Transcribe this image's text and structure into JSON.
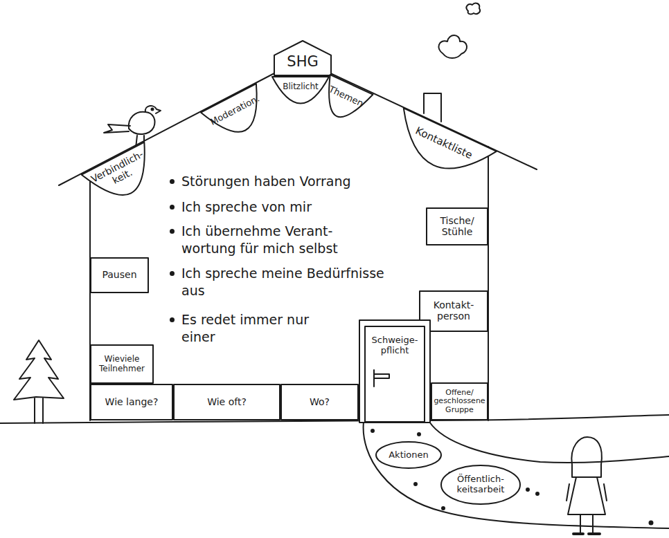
{
  "diagram": {
    "nodes": [
      {
        "text": [
          "SHG"
        ]
      },
      {
        "text": [
          "Verbindlich- keit."
        ]
      },
      {
        "text": [
          "Moderation."
        ]
      },
      {
        "text": [
          "Blitzlicht"
        ]
      },
      {
        "text": [
          "Themen"
        ]
      },
      {
        "text": [
          "Kontaktliste"
        ]
      },
      {
        "text": [
          "Tische/ Stühle"
        ]
      },
      {
        "text": [
          "Pausen"
        ]
      },
      {
        "text": [
          "Kontakt- person"
        ]
      },
      {
        "text": [
          "Wieviele Teilnehmer"
        ]
      },
      {
        "text": [
          "Schweige- pflicht"
        ]
      },
      {
        "text": [
          "Wie lange?"
        ]
      },
      {
        "text": [
          "Wie oft?"
        ]
      },
      {
        "text": [
          "Wo?"
        ]
      },
      {
        "text": [
          "Offene/ geschlossene Gruppe"
        ]
      },
      {
        "text": [
          "Aktionen"
        ]
      },
      {
        "text": [
          "Öffentlich- keitsarbeit"
        ]
      }
    ],
    "labels": [
      "Störungen haben Vorrang",
      "Ich spreche von mir",
      "Ich übernehme Verant- wortung für mich selbst",
      "Ich spreche meine Bedürfnisse aus",
      "Es redet immer nur einer"
    ]
  }
}
